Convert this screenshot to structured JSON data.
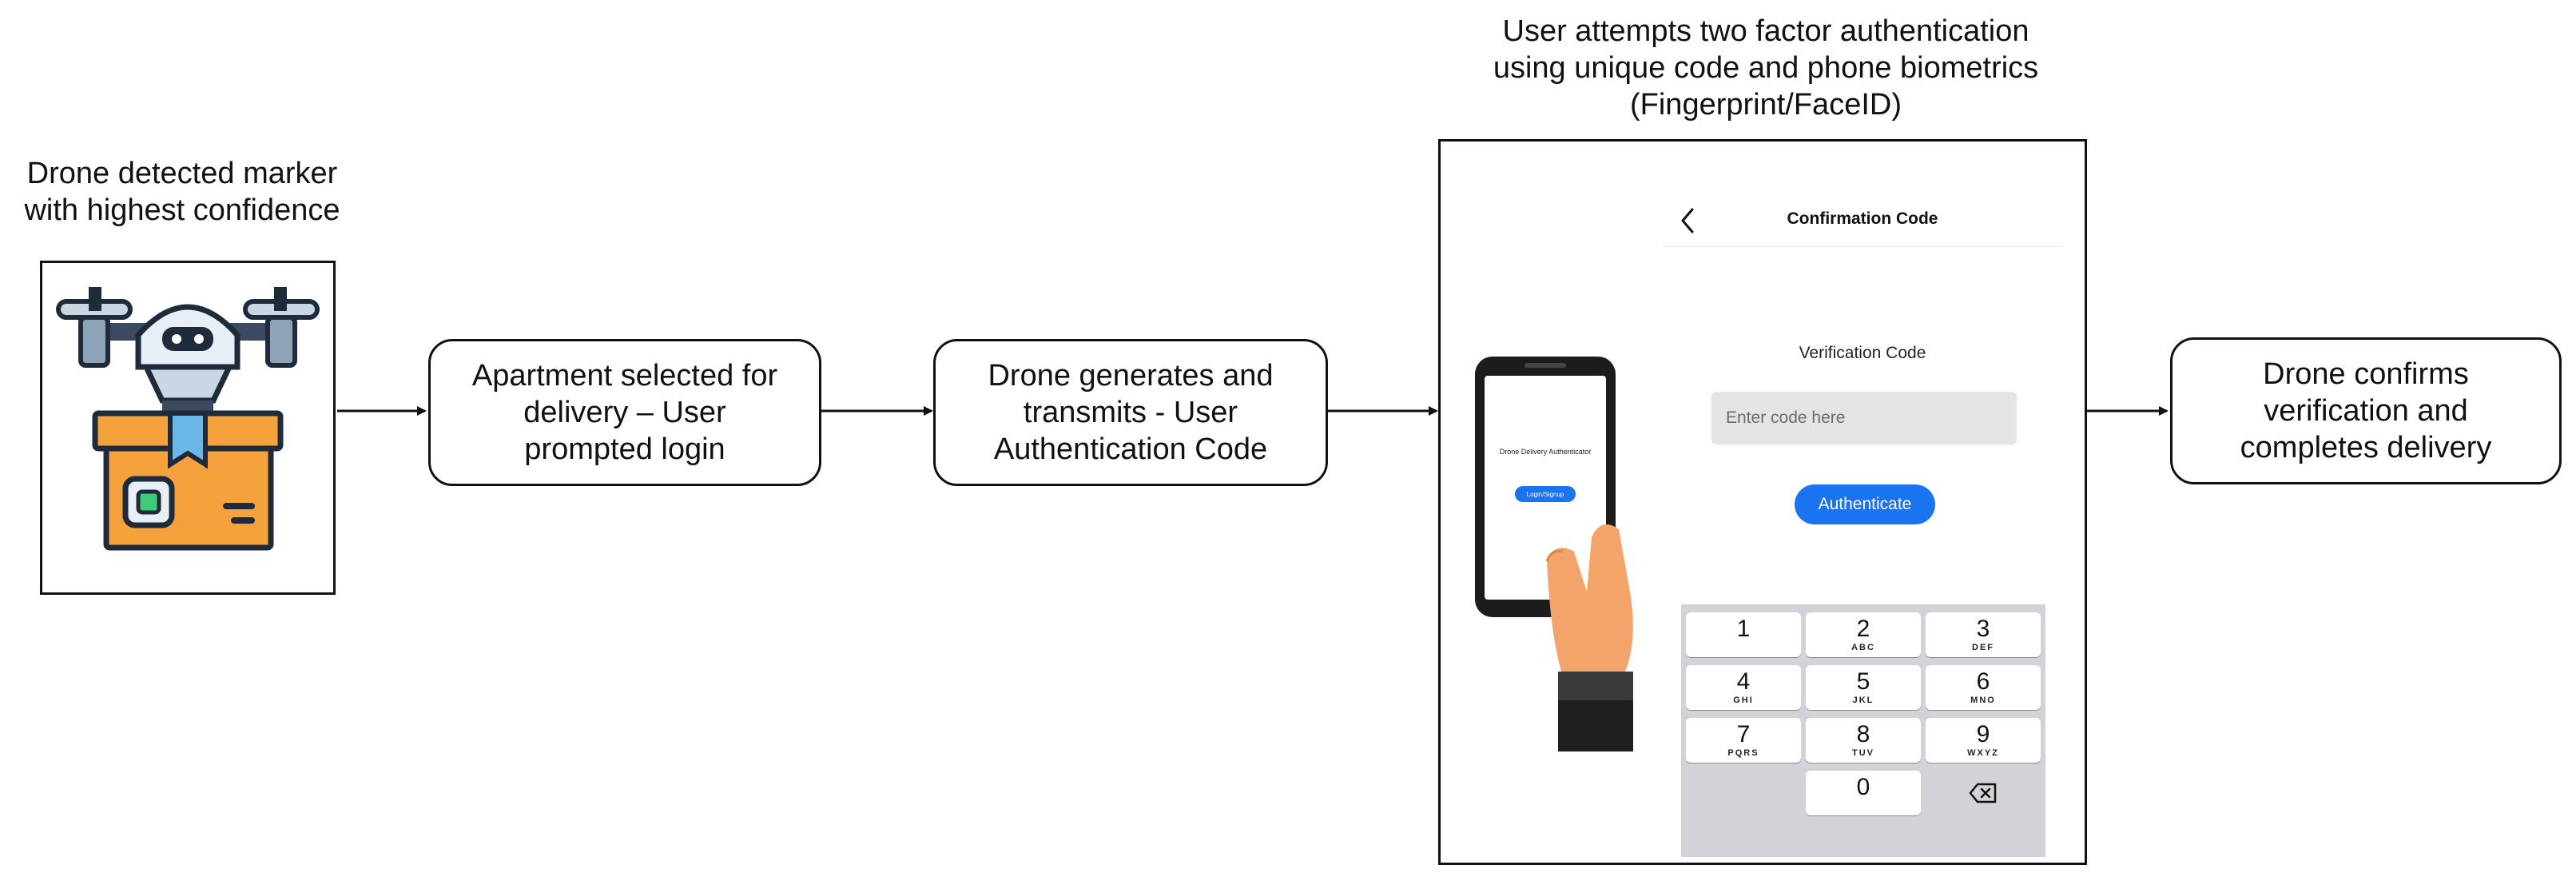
{
  "captions": {
    "marker": [
      "Drone detected marker",
      "with highest confidence"
    ],
    "two_factor": [
      "User attempts two factor authentication",
      "using unique code and phone biometrics",
      "(Fingerprint/FaceID)"
    ]
  },
  "steps": {
    "apartment": [
      "Apartment selected for",
      "delivery – User",
      "prompted login"
    ],
    "generate": [
      "Drone generates and",
      "transmits - User",
      "Authentication Code"
    ],
    "confirm": [
      "Drone confirms",
      "verification and",
      "completes delivery"
    ]
  },
  "phone_screen": {
    "app_name": "Drone Delivery Authenticator",
    "login_button": "Login/Signup"
  },
  "app": {
    "title": "Confirmation Code",
    "verification_label": "Verification Code",
    "input_placeholder": "Enter code here",
    "authenticate_button": "Authenticate"
  },
  "keypad": {
    "keys": [
      {
        "num": "1",
        "letters": ""
      },
      {
        "num": "2",
        "letters": "ABC"
      },
      {
        "num": "3",
        "letters": "DEF"
      },
      {
        "num": "4",
        "letters": "GHI"
      },
      {
        "num": "5",
        "letters": "JKL"
      },
      {
        "num": "6",
        "letters": "MNO"
      },
      {
        "num": "7",
        "letters": "PQRS"
      },
      {
        "num": "8",
        "letters": "TUV"
      },
      {
        "num": "9",
        "letters": "WXYZ"
      },
      {
        "num": "0",
        "letters": ""
      }
    ]
  },
  "icons": [
    "drone-package-icon",
    "hand-holding-phone-icon",
    "back-chevron-icon",
    "backspace-icon"
  ],
  "colors": {
    "accent_blue": "#1a73f0",
    "package_orange": "#f6a23c",
    "skin": "#f4a46a"
  }
}
